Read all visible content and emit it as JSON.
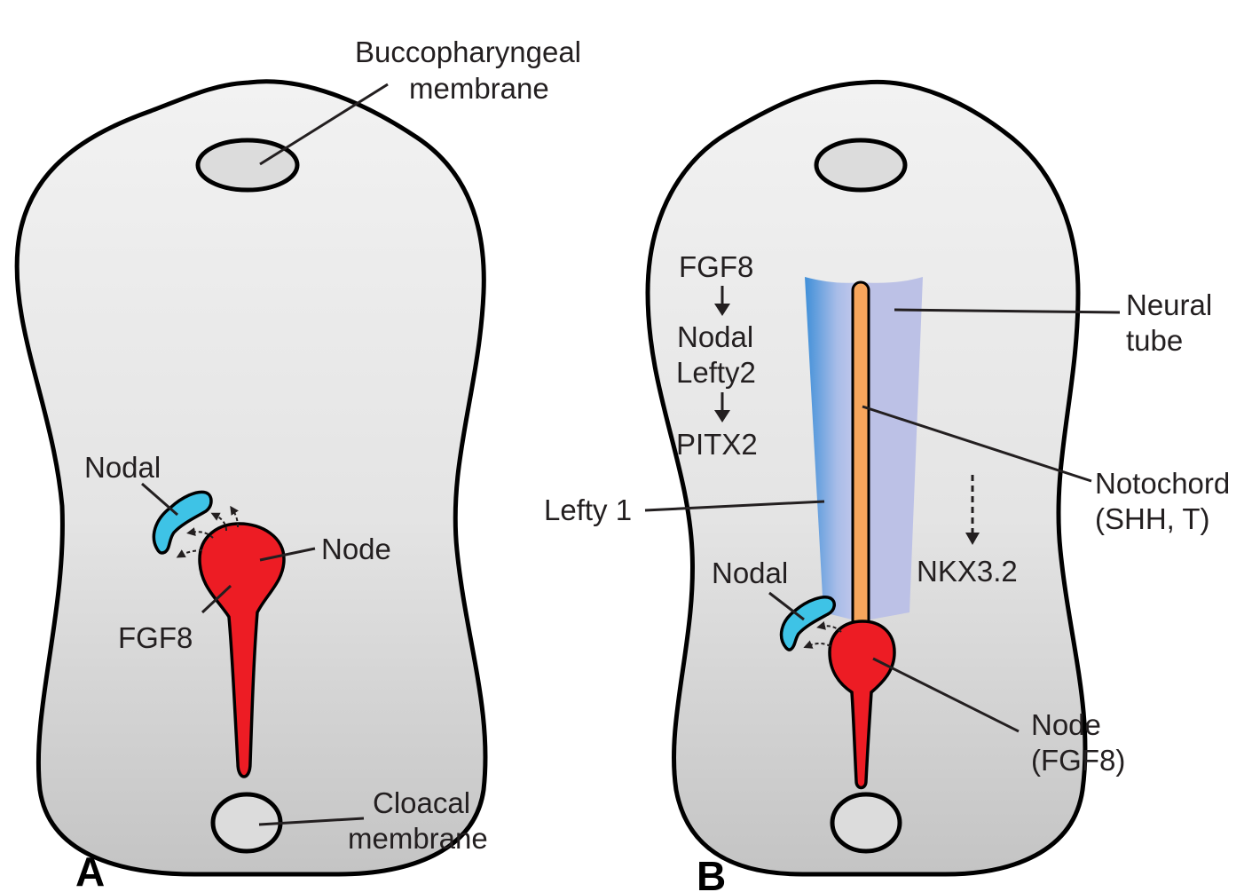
{
  "panels": {
    "a": {
      "letter": "A",
      "labels": {
        "buccopharyngeal_line1": "Buccopharyngeal",
        "buccopharyngeal_line2": "membrane",
        "nodal": "Nodal",
        "node": "Node",
        "fgf8": "FGF8",
        "cloacal_line1": "Cloacal",
        "cloacal_line2": "membrane"
      }
    },
    "b": {
      "letter": "B",
      "labels": {
        "cascade": [
          "FGF8",
          "Nodal",
          "Lefty2",
          "PITX2"
        ],
        "neural_tube_line1": "Neural",
        "neural_tube_line2": "tube",
        "notochord_line1": "Notochord",
        "notochord_line2": "(SHH, T)",
        "lefty1": "Lefty 1",
        "nodal": "Nodal",
        "nkx": "NKX3.2",
        "node_line1": "Node",
        "node_line2": "(FGF8)"
      }
    }
  },
  "colors": {
    "body_top": "#f2f2f2",
    "body_bottom": "#c4c4c4",
    "membrane": "#dcdcdc",
    "node": "#ed1c24",
    "nodal": "#3ec3e6",
    "notochord": "#f7a55c",
    "neural_tube": "#bcc1e6",
    "lefty1": "#3f8fd8"
  }
}
